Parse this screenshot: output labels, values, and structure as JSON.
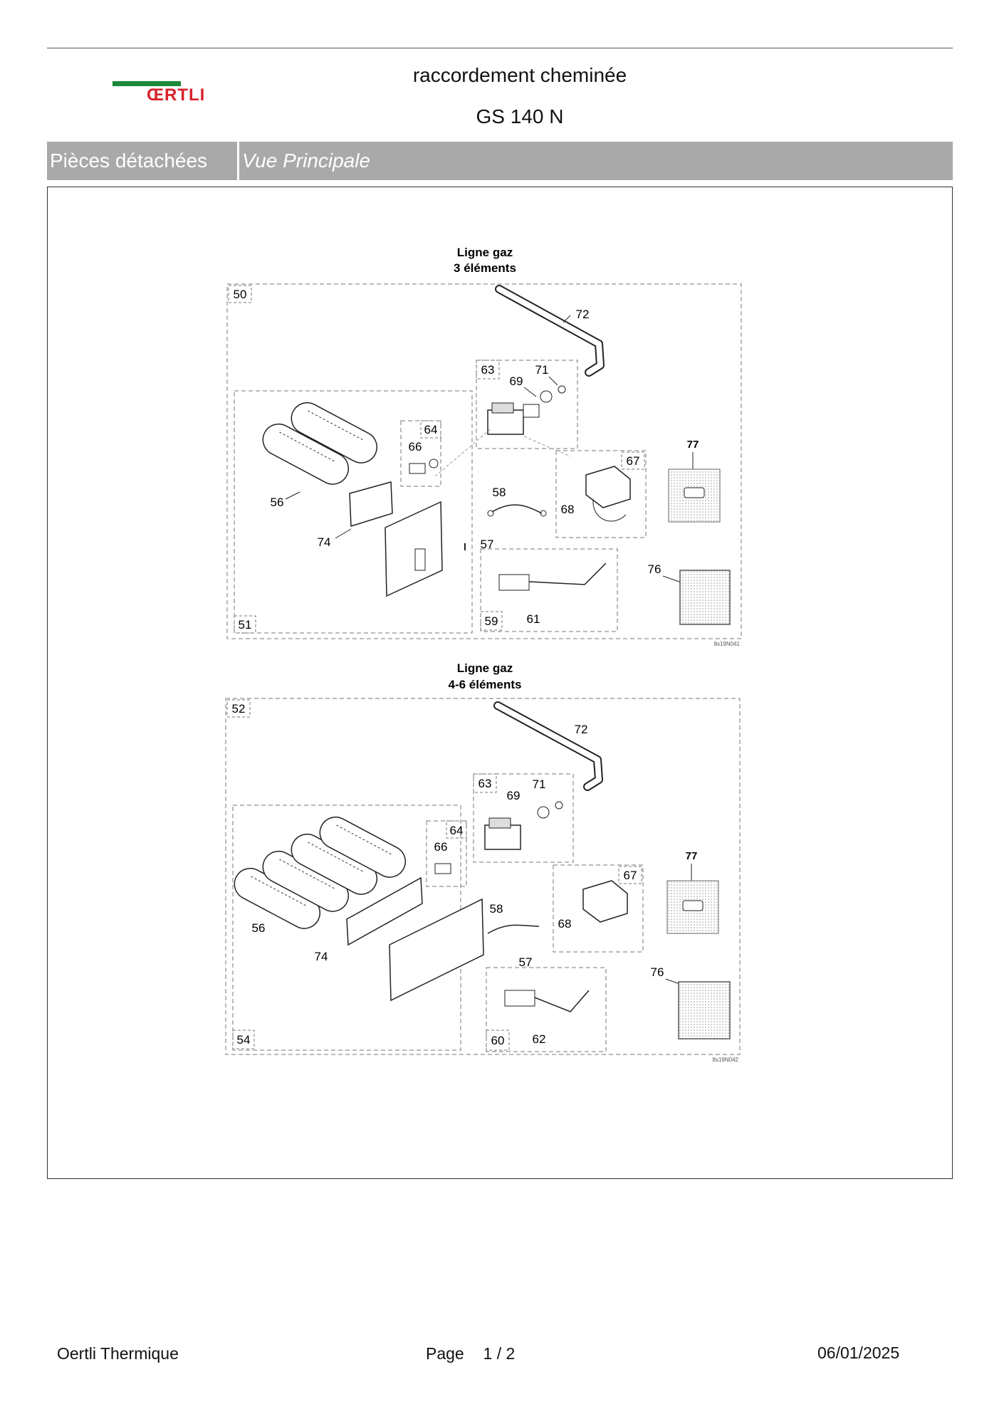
{
  "header": {
    "logo_text": "ŒRTLI",
    "title": "raccordement cheminée",
    "model": "GS 140 N"
  },
  "band": {
    "section": "Pièces détachées",
    "view": "Vue Principale"
  },
  "diagrams": [
    {
      "heading_line1": "Ligne gaz",
      "heading_line2": "3 éléments",
      "labels": {
        "l50": "50",
        "l51": "51",
        "l56": "56",
        "l57": "57",
        "l58": "58",
        "l59": "59",
        "l61": "61",
        "l63": "63",
        "l64": "64",
        "l66": "66",
        "l67": "67",
        "l68": "68",
        "l69": "69",
        "l71": "71",
        "l72": "72",
        "l74": "74",
        "l76": "76",
        "l77": "77"
      },
      "ref_code": "8s19N041"
    },
    {
      "heading_line1": "Ligne gaz",
      "heading_line2": "4-6 éléments",
      "labels": {
        "l52": "52",
        "l54": "54",
        "l56": "56",
        "l57": "57",
        "l58": "58",
        "l60": "60",
        "l62": "62",
        "l63": "63",
        "l64": "64",
        "l66": "66",
        "l67": "67",
        "l68": "68",
        "l69": "69",
        "l71": "71",
        "l72": "72",
        "l74": "74",
        "l76": "76",
        "l77": "77"
      },
      "ref_code": "8s19N042"
    }
  ],
  "footer": {
    "company": "Oertli Thermique",
    "page_label": "Page",
    "page_current": "1",
    "page_sep": "/",
    "page_total": "2",
    "date": "06/01/2025"
  }
}
